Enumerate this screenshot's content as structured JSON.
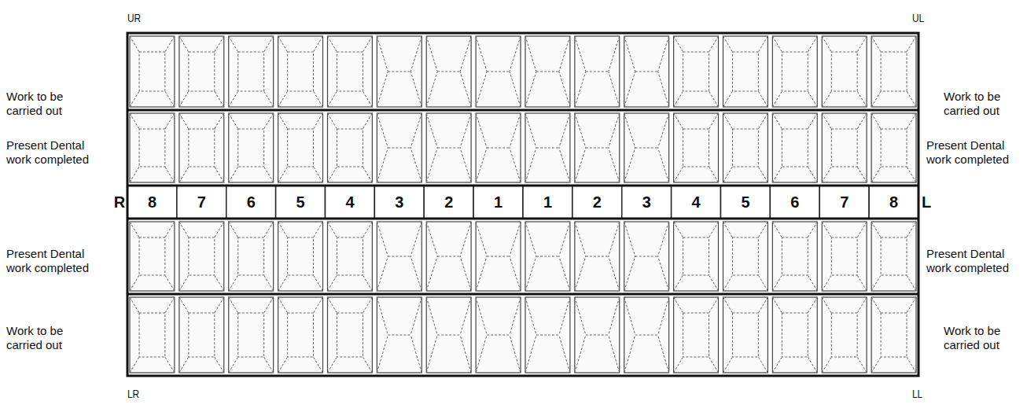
{
  "diagram": {
    "labels": [
      "UR",
      "UL",
      "Work to be carried out",
      "Work to be carried out",
      "Present Dental work completed",
      "Present Dental work completed",
      "R",
      "8",
      "7",
      "6",
      "5",
      "4",
      "3",
      "2",
      "1",
      "1",
      "2",
      "3",
      "4",
      "5",
      "6",
      "7",
      "8",
      "L",
      "Present Dental work completed",
      "Present Dental work completed",
      "Work to be carried out",
      "Work to be carried out",
      "LR",
      "LL"
    ]
  }
}
